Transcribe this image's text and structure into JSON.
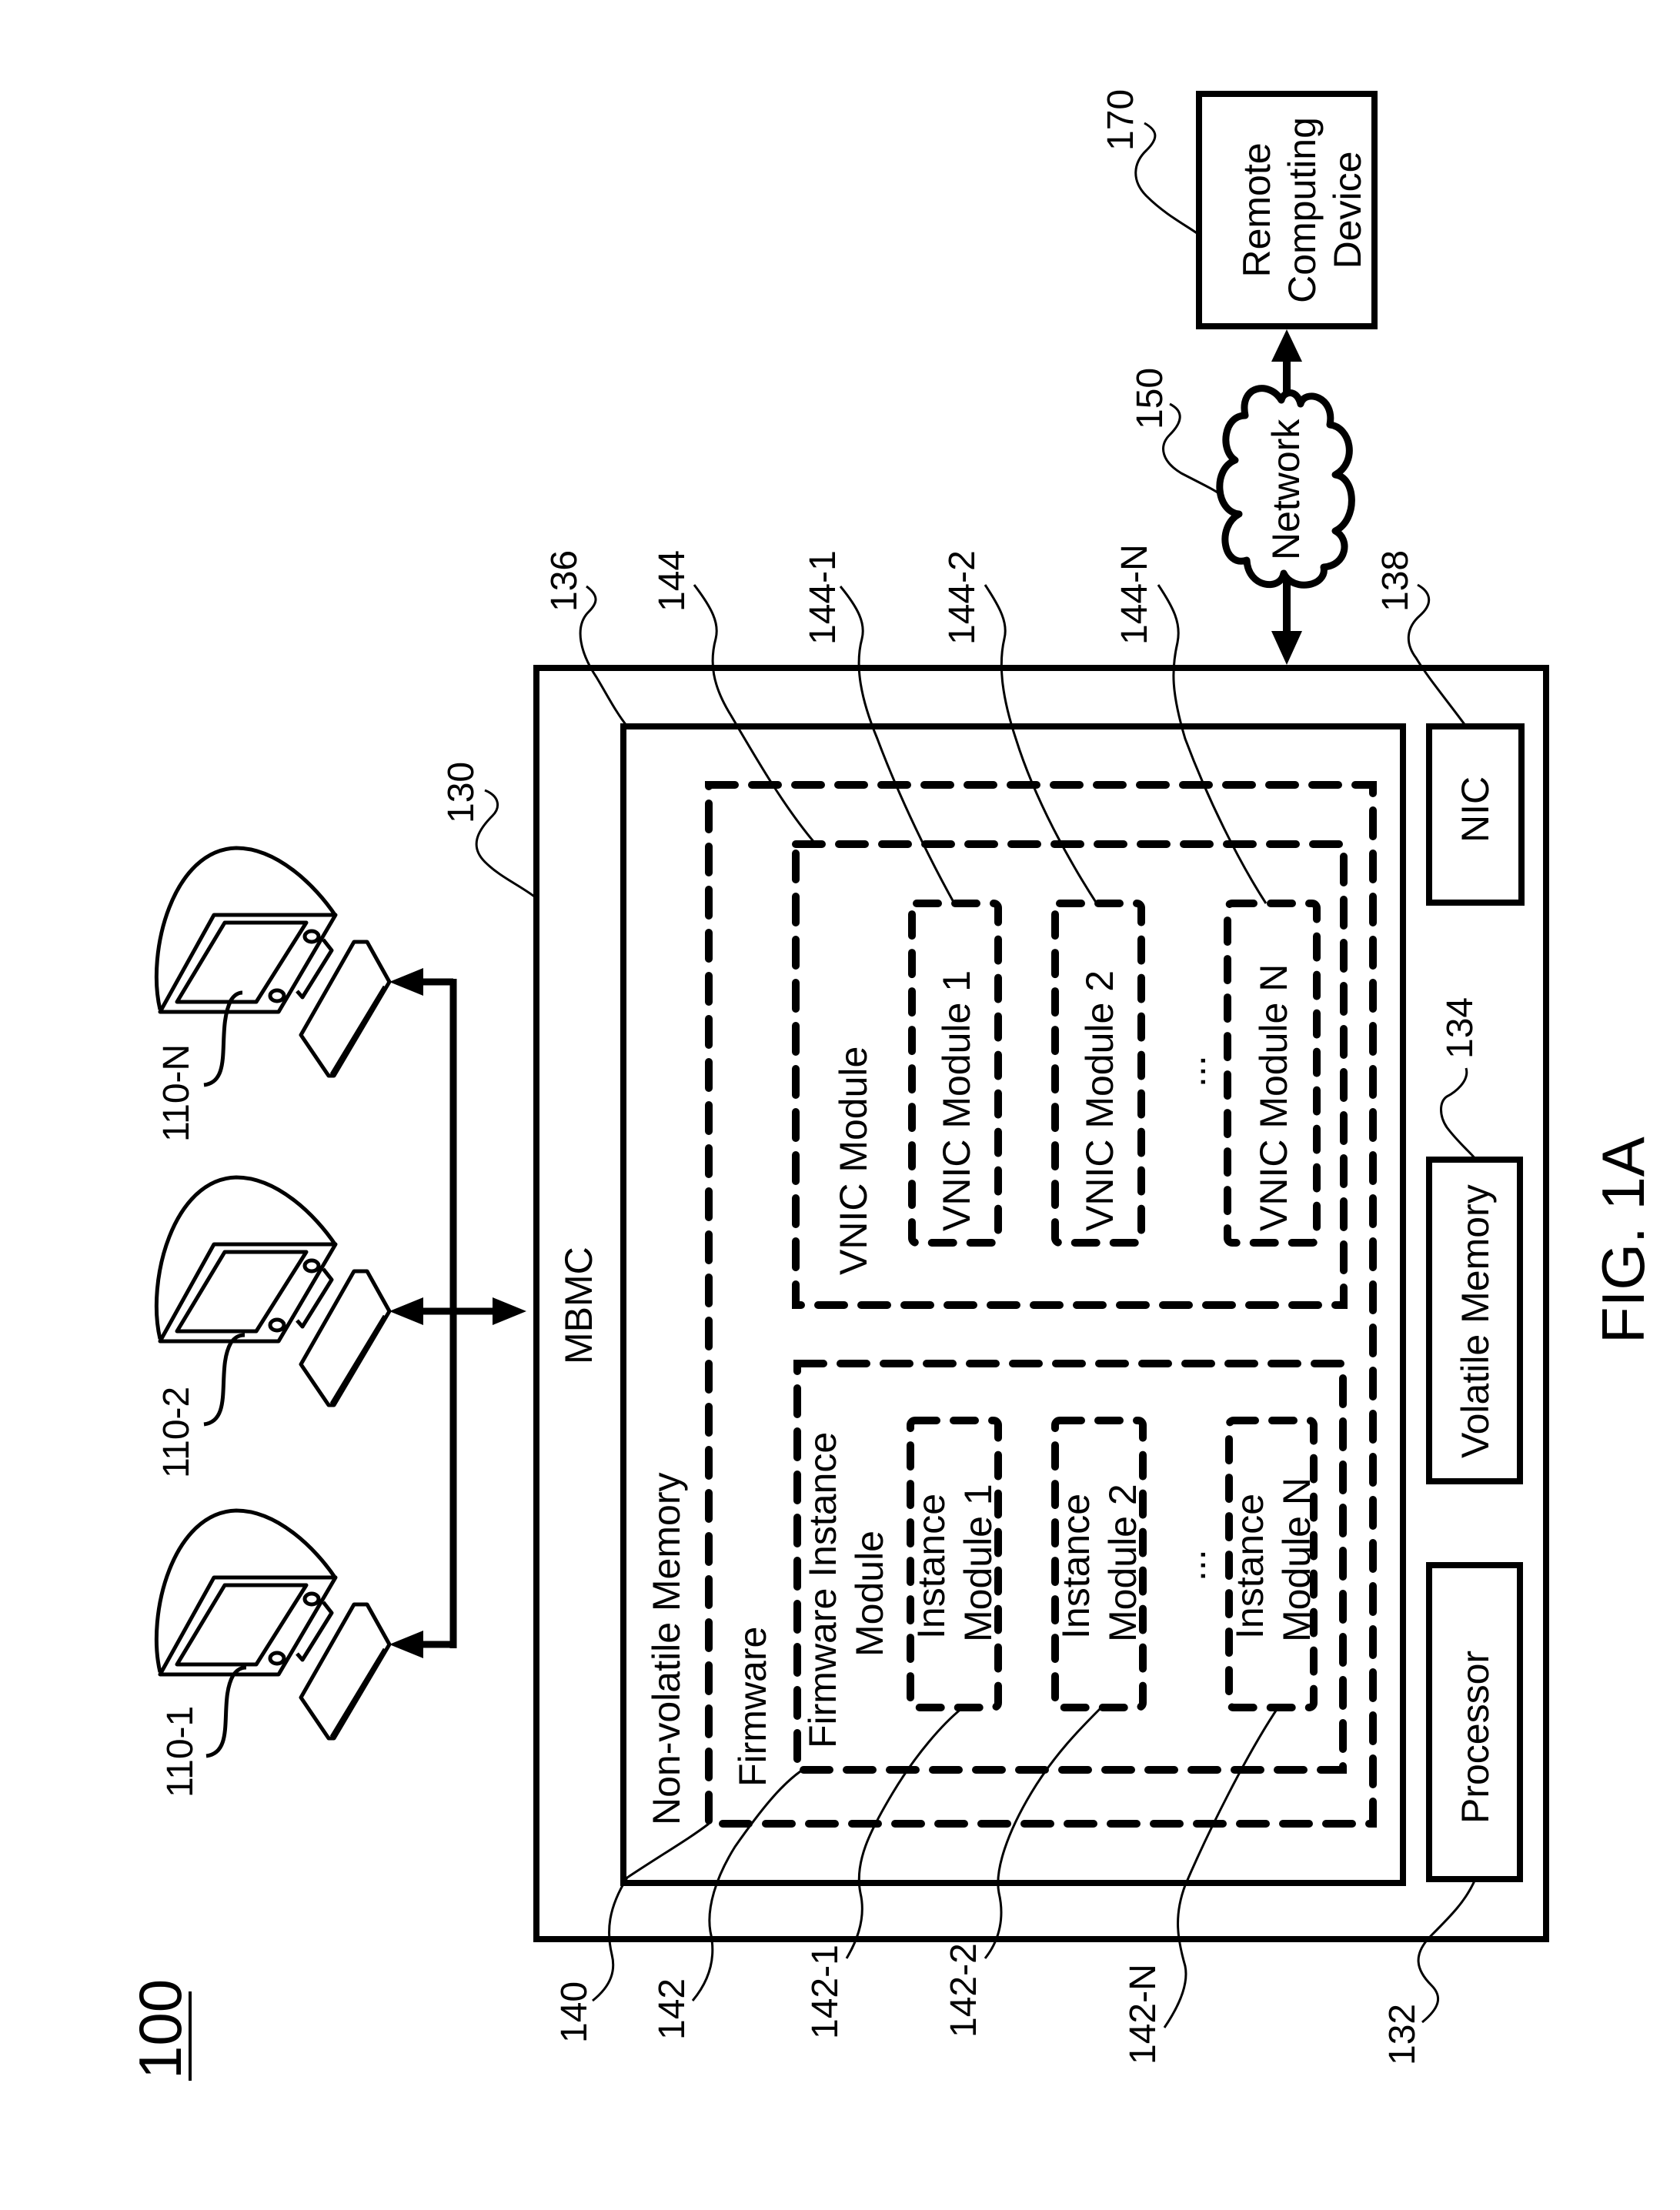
{
  "figure": {
    "system_ref": "100",
    "caption": "FIG. 1A"
  },
  "clients": [
    {
      "ref": "110-1",
      "icon": "computer-terminal-icon"
    },
    {
      "ref": "110-2",
      "icon": "computer-terminal-icon"
    },
    {
      "ref": "110-N",
      "icon": "computer-terminal-icon"
    }
  ],
  "mbmc": {
    "ref": "130",
    "label": "MBMC",
    "processor": {
      "ref": "132",
      "label": "Processor"
    },
    "volatile_memory": {
      "ref": "134",
      "label": "Volatile Memory"
    },
    "non_volatile_memory": {
      "ref": "136",
      "label": "Non-volatile Memory"
    },
    "nic": {
      "ref": "138",
      "label": "NIC"
    },
    "firmware": {
      "ref": "140",
      "label": "Firmware",
      "firmware_instance_module": {
        "ref": "142",
        "label_line1": "Firmware Instance",
        "label_line2": "Module",
        "modules": [
          {
            "ref": "142-1",
            "line1": "Instance",
            "line2": "Module 1"
          },
          {
            "ref": "142-2",
            "line1": "Instance",
            "line2": "Module 2"
          },
          {
            "ref": "142-N",
            "line1": "Instance",
            "line2": "Module N"
          }
        ],
        "ellipsis": "..."
      },
      "vnic_module": {
        "ref": "144",
        "label": "VNIC Module",
        "modules": [
          {
            "ref": "144-1",
            "label": "VNIC Module 1"
          },
          {
            "ref": "144-2",
            "label": "VNIC Module 2"
          },
          {
            "ref": "144-N",
            "label": "VNIC Module N"
          }
        ],
        "ellipsis": "..."
      }
    }
  },
  "network": {
    "ref": "150",
    "label": "Network",
    "icon": "cloud-icon"
  },
  "remote_device": {
    "ref": "170",
    "line1": "Remote",
    "line2": "Computing",
    "line3": "Device"
  }
}
